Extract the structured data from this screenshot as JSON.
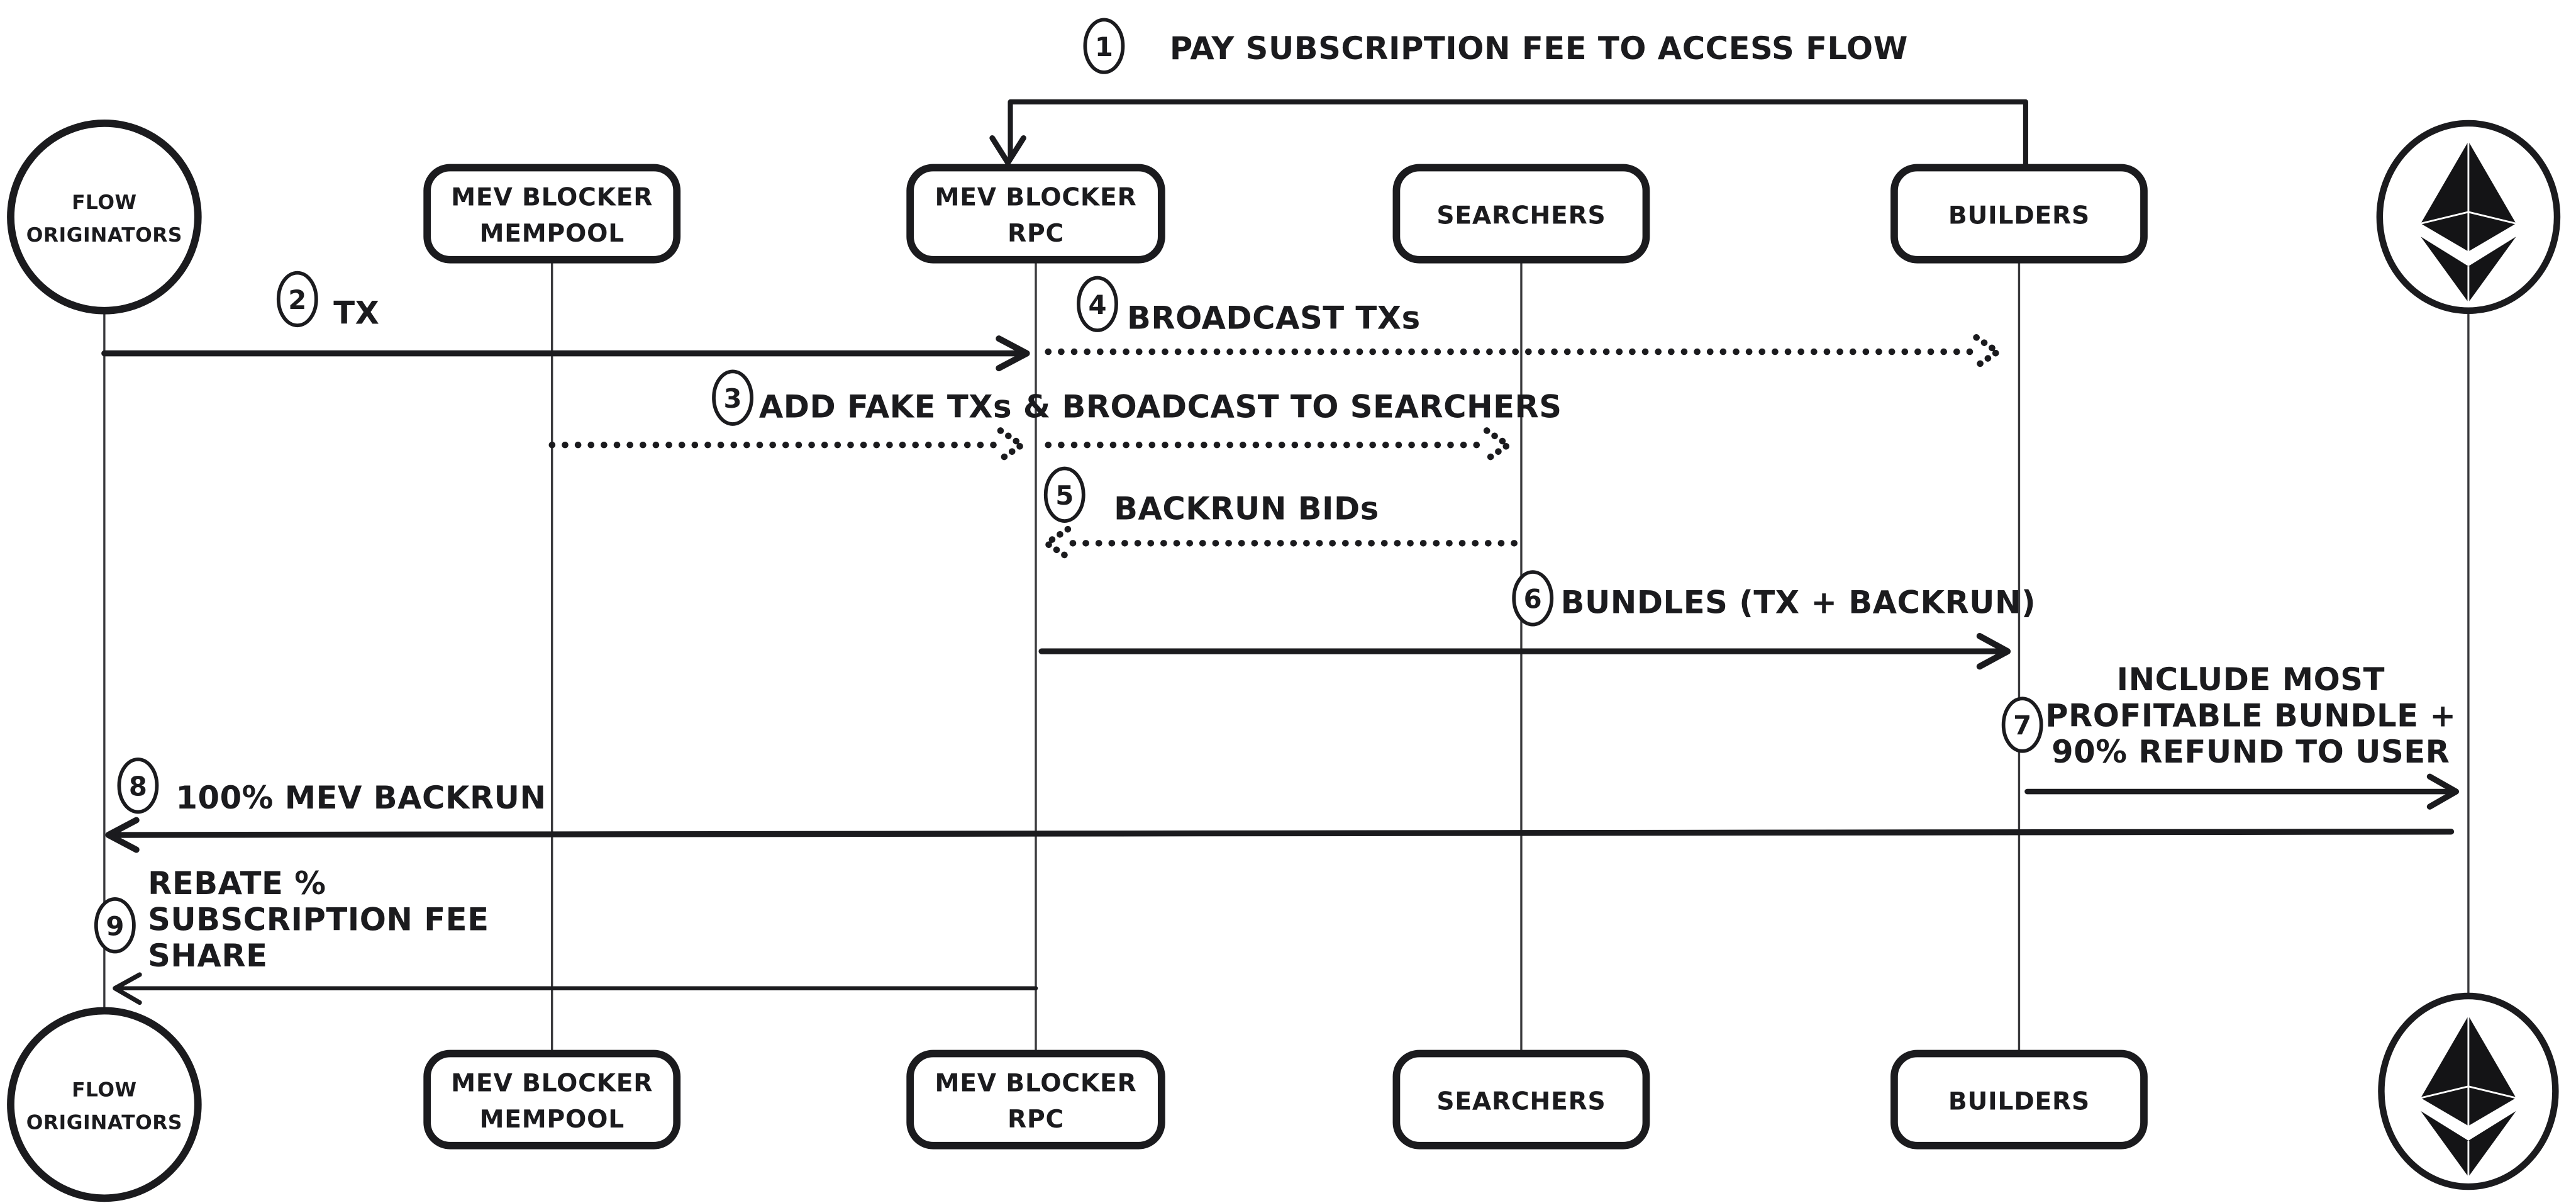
{
  "diagram_type": "sequence-diagram",
  "colors": {
    "ink": "#1b1b1e",
    "paper": "#ffffff"
  },
  "actors": [
    {
      "id": "flow-originators",
      "shape": "circle",
      "lines": [
        "FLOW",
        "ORIGINATORS"
      ]
    },
    {
      "id": "mev-blocker-mempool",
      "shape": "rounded-box",
      "lines": [
        "MEV BLOCKER",
        "MEMPOOL"
      ]
    },
    {
      "id": "mev-blocker-rpc",
      "shape": "rounded-box",
      "lines": [
        "MEV BLOCKER",
        "RPC"
      ]
    },
    {
      "id": "searchers",
      "shape": "rounded-box",
      "lines": [
        "SEARCHERS"
      ]
    },
    {
      "id": "builders",
      "shape": "rounded-box",
      "lines": [
        "BUILDERS"
      ]
    },
    {
      "id": "ethereum",
      "shape": "circle",
      "icon": "ethereum-logo",
      "lines": []
    }
  ],
  "messages": [
    {
      "num": "1",
      "lines": [
        "PAY SUBSCRIPTION FEE TO ACCESS FLOW"
      ],
      "from": "builders",
      "to": "mev-blocker-rpc",
      "line_style": "solid-elbow"
    },
    {
      "num": "2",
      "lines": [
        "TX"
      ],
      "from": "flow-originators",
      "to": "mev-blocker-rpc",
      "line_style": "solid"
    },
    {
      "num": "3",
      "lines": [
        "ADD FAKE TXs & BROADCAST TO SEARCHERS"
      ],
      "from": "mev-blocker-mempool",
      "to": "searchers",
      "line_style": "dotted"
    },
    {
      "num": "4",
      "lines": [
        "BROADCAST TXs"
      ],
      "from": "mev-blocker-rpc",
      "to": "builders",
      "line_style": "dotted"
    },
    {
      "num": "5",
      "lines": [
        "BACKRUN BIDs"
      ],
      "from": "searchers",
      "to": "mev-blocker-rpc",
      "line_style": "dotted"
    },
    {
      "num": "6",
      "lines": [
        "BUNDLES (TX + BACKRUN)"
      ],
      "from": "mev-blocker-rpc",
      "to": "builders",
      "line_style": "solid"
    },
    {
      "num": "7",
      "lines": [
        "INCLUDE MOST",
        "PROFITABLE BUNDLE +",
        "90% REFUND TO USER"
      ],
      "from": "builders",
      "to": "ethereum",
      "line_style": "solid"
    },
    {
      "num": "8",
      "lines": [
        "100% MEV BACKRUN"
      ],
      "from": "ethereum",
      "to": "flow-originators",
      "line_style": "solid"
    },
    {
      "num": "9",
      "lines": [
        "REBATE %",
        "SUBSCRIPTION FEE",
        "SHARE"
      ],
      "from": "mev-blocker-rpc",
      "to": "flow-originators",
      "line_style": "solid"
    }
  ]
}
